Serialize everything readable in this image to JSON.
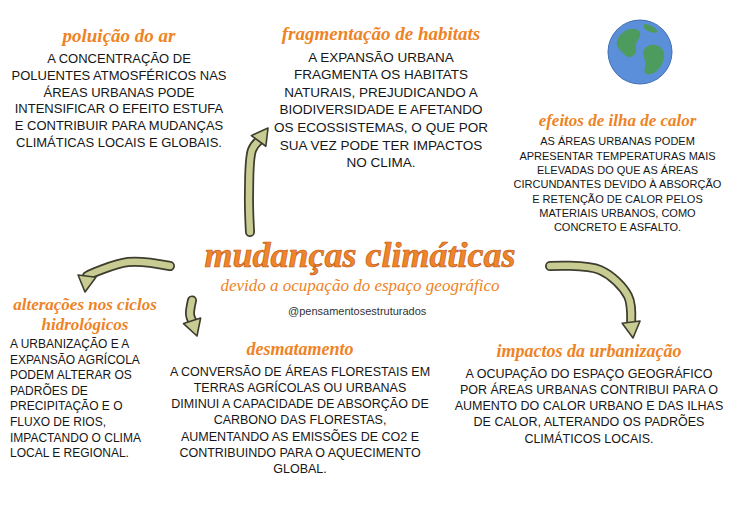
{
  "diagram": {
    "nodes": [
      {
        "text": [
          "poluição do ar",
          "A CONCENTRAÇÃO DE POLUENTES ATMOSFÉRICOS NAS ÁREAS URBANAS PODE INTENSIFICAR O EFEITO ESTUFA E CONTRIBUIR PARA MUDANÇAS CLIMÁTICAS LOCAIS E GLOBAIS."
        ]
      },
      {
        "text": [
          "fragmentação de habitats",
          "A EXPANSÃO URBANA FRAGMENTA OS HABITATS NATURAIS, PREJUDICANDO A BIODIVERSIDADE E AFETANDO OS ECOSSISTEMAS, O QUE POR SUA VEZ PODE TER IMPACTOS NO CLIMA."
        ]
      },
      {
        "text": [
          "efeitos de ilha de calor",
          "AS ÁREAS URBANAS PODEM APRESENTAR TEMPERATURAS MAIS ELEVADAS DO QUE AS ÁREAS CIRCUNDANTES DEVIDO À ABSORÇÃO E RETENÇÃO DE CALOR PELOS MATERIAIS URBANOS, COMO CONCRETO E ASFALTO."
        ]
      },
      {
        "text": [
          "mudanças climáticas",
          "devido a ocupação do espaço geográfico"
        ]
      },
      {
        "text": [
          "alterações nos ciclos hidrológicos",
          "A URBANIZAÇÃO E A EXPANSÃO AGRÍCOLA PODEM ALTERAR OS PADRÕES DE PRECIPITAÇÃO E O FLUXO DE RIOS, IMPACTANDO O CLIMA LOCAL E REGIONAL."
        ]
      },
      {
        "text": [
          "desmatamento",
          "A CONVERSÃO DE ÁREAS FLORESTAIS EM TERRAS AGRÍCOLAS OU URBANAS DIMINUI A CAPACIDADE DE ABSORÇÃO DE CARBONO DAS FLORESTAS, AUMENTANDO AS EMISSÕES DE CO2 E CONTRIBUINDO PARA O AQUECIMENTO GLOBAL."
        ]
      },
      {
        "text": [
          "impactos da urbanização",
          "A OCUPAÇÃO DO ESPAÇO GEOGRÁFICO POR ÁREAS URBANAS CONTRIBUI PARA O AUMENTO DO CALOR URBANO E DAS ILHAS DE CALOR, ALTERANDO OS PADRÕES CLIMÁTICOS LOCAIS."
        ]
      }
    ],
    "edges": [
      {
        "from": 3,
        "to": 1,
        "arrow": "to"
      },
      {
        "from": 3,
        "to": 4,
        "arrow": "to"
      },
      {
        "from": 3,
        "to": 5,
        "arrow": "to"
      },
      {
        "from": 3,
        "to": 6,
        "arrow": "to"
      }
    ],
    "labels": [
      "@pensamentosestruturados"
    ]
  }
}
